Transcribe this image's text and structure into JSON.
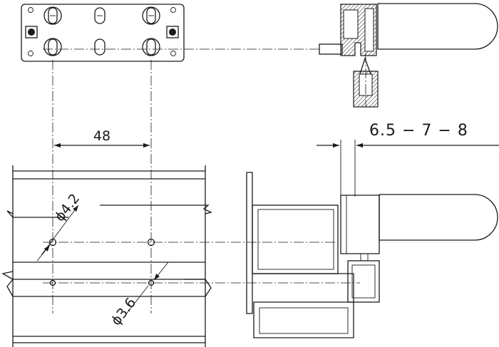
{
  "dimensions": {
    "pitch": "48",
    "hole_large": "ϕ4.2",
    "hole_small": "ϕ3.6",
    "panel_thickness": "6.5 − 7 − 8"
  }
}
